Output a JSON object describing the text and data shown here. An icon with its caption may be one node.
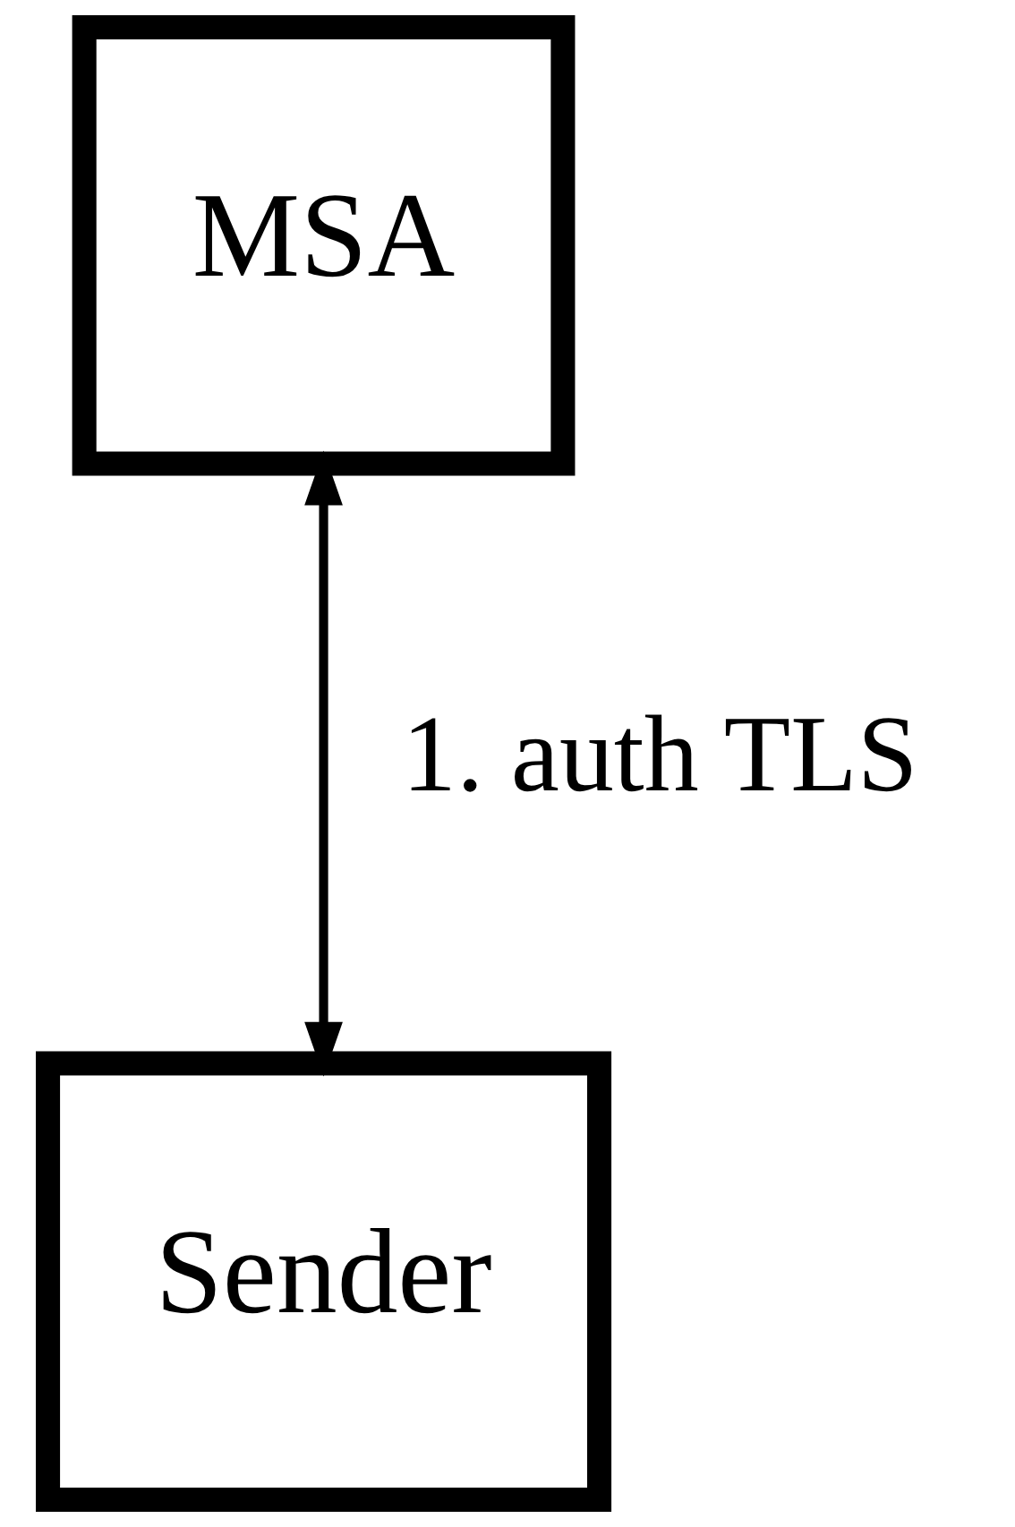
{
  "diagram": {
    "nodes": [
      {
        "text": [
          "MSA"
        ]
      },
      {
        "text": [
          "Sender"
        ]
      }
    ],
    "edges": [
      {
        "from": 0,
        "to": 1,
        "arrow": "both",
        "label": "1. auth TLS"
      }
    ]
  }
}
